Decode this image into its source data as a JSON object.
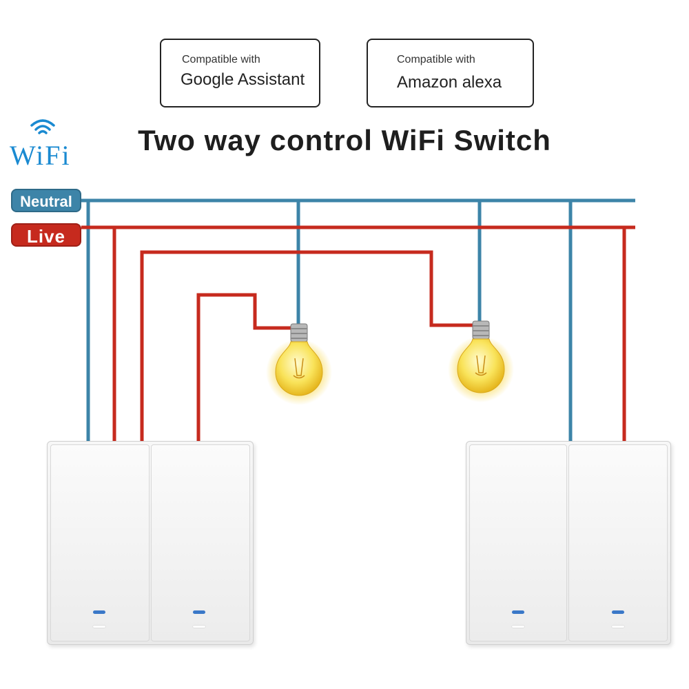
{
  "compatibility": [
    {
      "small": "Compatible with",
      "big": "Google Assistant"
    },
    {
      "small": "Compatible with",
      "big": "Amazon alexa"
    }
  ],
  "title": "Two way control WiFi Switch",
  "wifi_logo": {
    "text": "WiFi",
    "icon": "wifi-signal-icon",
    "color": "#1a8ad1"
  },
  "lines": {
    "neutral": {
      "label": "Neutral",
      "color": "#3d84a8"
    },
    "live": {
      "label": "Live",
      "color": "#c62a1e"
    }
  },
  "bulbs": [
    {
      "name": "bulb-1",
      "glow": "#f7d43a"
    },
    {
      "name": "bulb-2",
      "glow": "#f7d43a"
    }
  ],
  "switches": [
    {
      "name": "switch-left",
      "gangs": 2
    },
    {
      "name": "switch-right",
      "gangs": 2
    }
  ]
}
